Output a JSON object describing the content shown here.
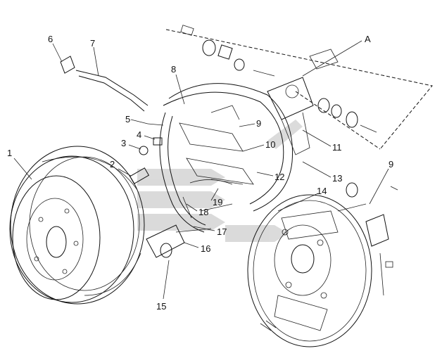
{
  "diagram": {
    "callouts": [
      {
        "id": "c1",
        "text": "1"
      },
      {
        "id": "c2",
        "text": "2"
      },
      {
        "id": "c3",
        "text": "3"
      },
      {
        "id": "c4",
        "text": "4"
      },
      {
        "id": "c5",
        "text": "5"
      },
      {
        "id": "c6",
        "text": "6"
      },
      {
        "id": "c7",
        "text": "7"
      },
      {
        "id": "c8",
        "text": "8"
      },
      {
        "id": "c9a",
        "text": "9"
      },
      {
        "id": "c9b",
        "text": "9"
      },
      {
        "id": "c10",
        "text": "10"
      },
      {
        "id": "c11",
        "text": "11"
      },
      {
        "id": "c12",
        "text": "12"
      },
      {
        "id": "c13",
        "text": "13"
      },
      {
        "id": "c14",
        "text": "14"
      },
      {
        "id": "c15",
        "text": "15"
      },
      {
        "id": "c16",
        "text": "16"
      },
      {
        "id": "c17",
        "text": "17"
      },
      {
        "id": "c18",
        "text": "18"
      },
      {
        "id": "c19",
        "text": "19"
      },
      {
        "id": "cA",
        "text": "A"
      }
    ],
    "colors": {
      "line": "#111111",
      "watermark": "#bfbfbf"
    }
  }
}
